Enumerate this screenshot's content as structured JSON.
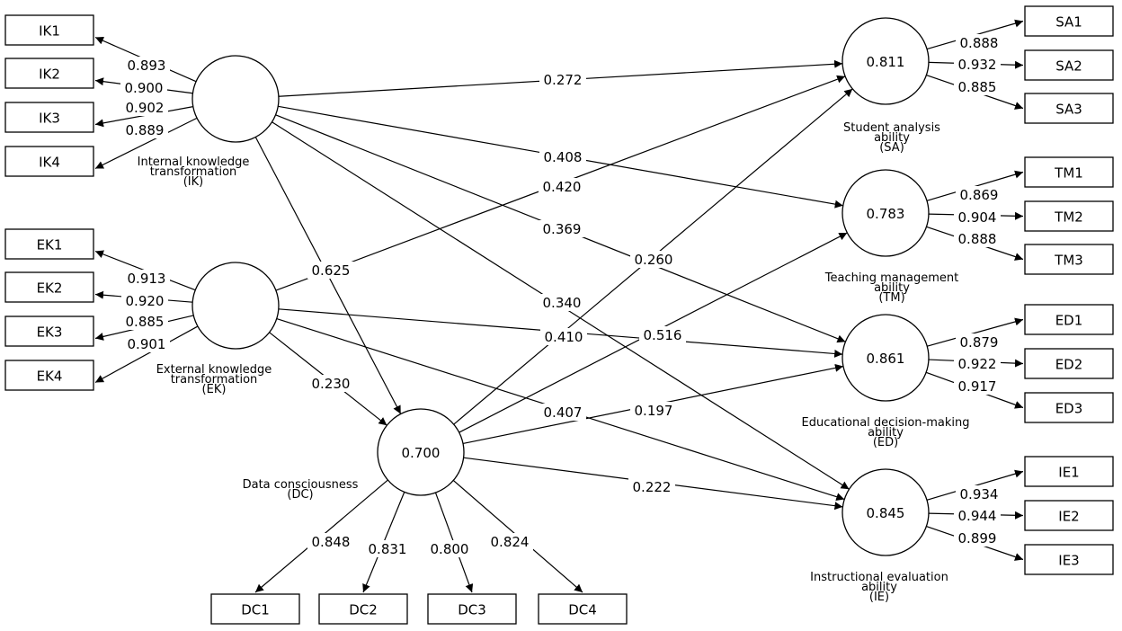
{
  "constructs": {
    "IK": {
      "value": "",
      "caption": [
        "Internal knowledge",
        "transformation",
        "(IK)"
      ]
    },
    "EK": {
      "value": "",
      "caption": [
        "External knowledge",
        "transformation",
        "(EK)"
      ]
    },
    "DC": {
      "value": "0.700",
      "caption": [
        "Data consciousness",
        "(DC)"
      ]
    },
    "SA": {
      "value": "0.811",
      "caption": [
        "Student analysis",
        "ability",
        "(SA)"
      ]
    },
    "TM": {
      "value": "0.783",
      "caption": [
        "Teaching management",
        "ability",
        "(TM)"
      ]
    },
    "ED": {
      "value": "0.861",
      "caption": [
        "Educational decision-making",
        "ability",
        "(ED)"
      ]
    },
    "IE": {
      "value": "0.845",
      "caption": [
        "Instructional evaluation",
        "ability",
        "(IE)"
      ]
    }
  },
  "indicators": {
    "IK": [
      {
        "name": "IK1",
        "loading": "0.893"
      },
      {
        "name": "IK2",
        "loading": "0.900"
      },
      {
        "name": "IK3",
        "loading": "0.902"
      },
      {
        "name": "IK4",
        "loading": "0.889"
      }
    ],
    "EK": [
      {
        "name": "EK1",
        "loading": "0.913"
      },
      {
        "name": "EK2",
        "loading": "0.920"
      },
      {
        "name": "EK3",
        "loading": "0.885"
      },
      {
        "name": "EK4",
        "loading": "0.901"
      }
    ],
    "DC": [
      {
        "name": "DC1",
        "loading": "0.848"
      },
      {
        "name": "DC2",
        "loading": "0.831"
      },
      {
        "name": "DC3",
        "loading": "0.800"
      },
      {
        "name": "DC4",
        "loading": "0.824"
      }
    ],
    "SA": [
      {
        "name": "SA1",
        "loading": "0.888"
      },
      {
        "name": "SA2",
        "loading": "0.932"
      },
      {
        "name": "SA3",
        "loading": "0.885"
      }
    ],
    "TM": [
      {
        "name": "TM1",
        "loading": "0.869"
      },
      {
        "name": "TM2",
        "loading": "0.904"
      },
      {
        "name": "TM3",
        "loading": "0.888"
      }
    ],
    "ED": [
      {
        "name": "ED1",
        "loading": "0.879"
      },
      {
        "name": "ED2",
        "loading": "0.922"
      },
      {
        "name": "ED3",
        "loading": "0.917"
      }
    ],
    "IE": [
      {
        "name": "IE1",
        "loading": "0.934"
      },
      {
        "name": "IE2",
        "loading": "0.944"
      },
      {
        "name": "IE3",
        "loading": "0.899"
      }
    ]
  },
  "paths": [
    {
      "from": "IK",
      "to": "SA",
      "coef": "0.272"
    },
    {
      "from": "IK",
      "to": "TM",
      "coef": "0.408"
    },
    {
      "from": "IK",
      "to": "ED",
      "coef": "0.369"
    },
    {
      "from": "IK",
      "to": "IE",
      "coef": "0.340"
    },
    {
      "from": "IK",
      "to": "DC",
      "coef": "0.625"
    },
    {
      "from": "EK",
      "to": "SA",
      "coef": "0.420"
    },
    {
      "from": "EK",
      "to": "ED",
      "coef": "0.410"
    },
    {
      "from": "EK",
      "to": "IE",
      "coef": "0.407"
    },
    {
      "from": "EK",
      "to": "DC",
      "coef": "0.230"
    },
    {
      "from": "DC",
      "to": "SA",
      "coef": "0.260"
    },
    {
      "from": "DC",
      "to": "TM",
      "coef": "0.516"
    },
    {
      "from": "DC",
      "to": "ED",
      "coef": "0.197"
    },
    {
      "from": "DC",
      "to": "IE",
      "coef": "0.222"
    }
  ]
}
